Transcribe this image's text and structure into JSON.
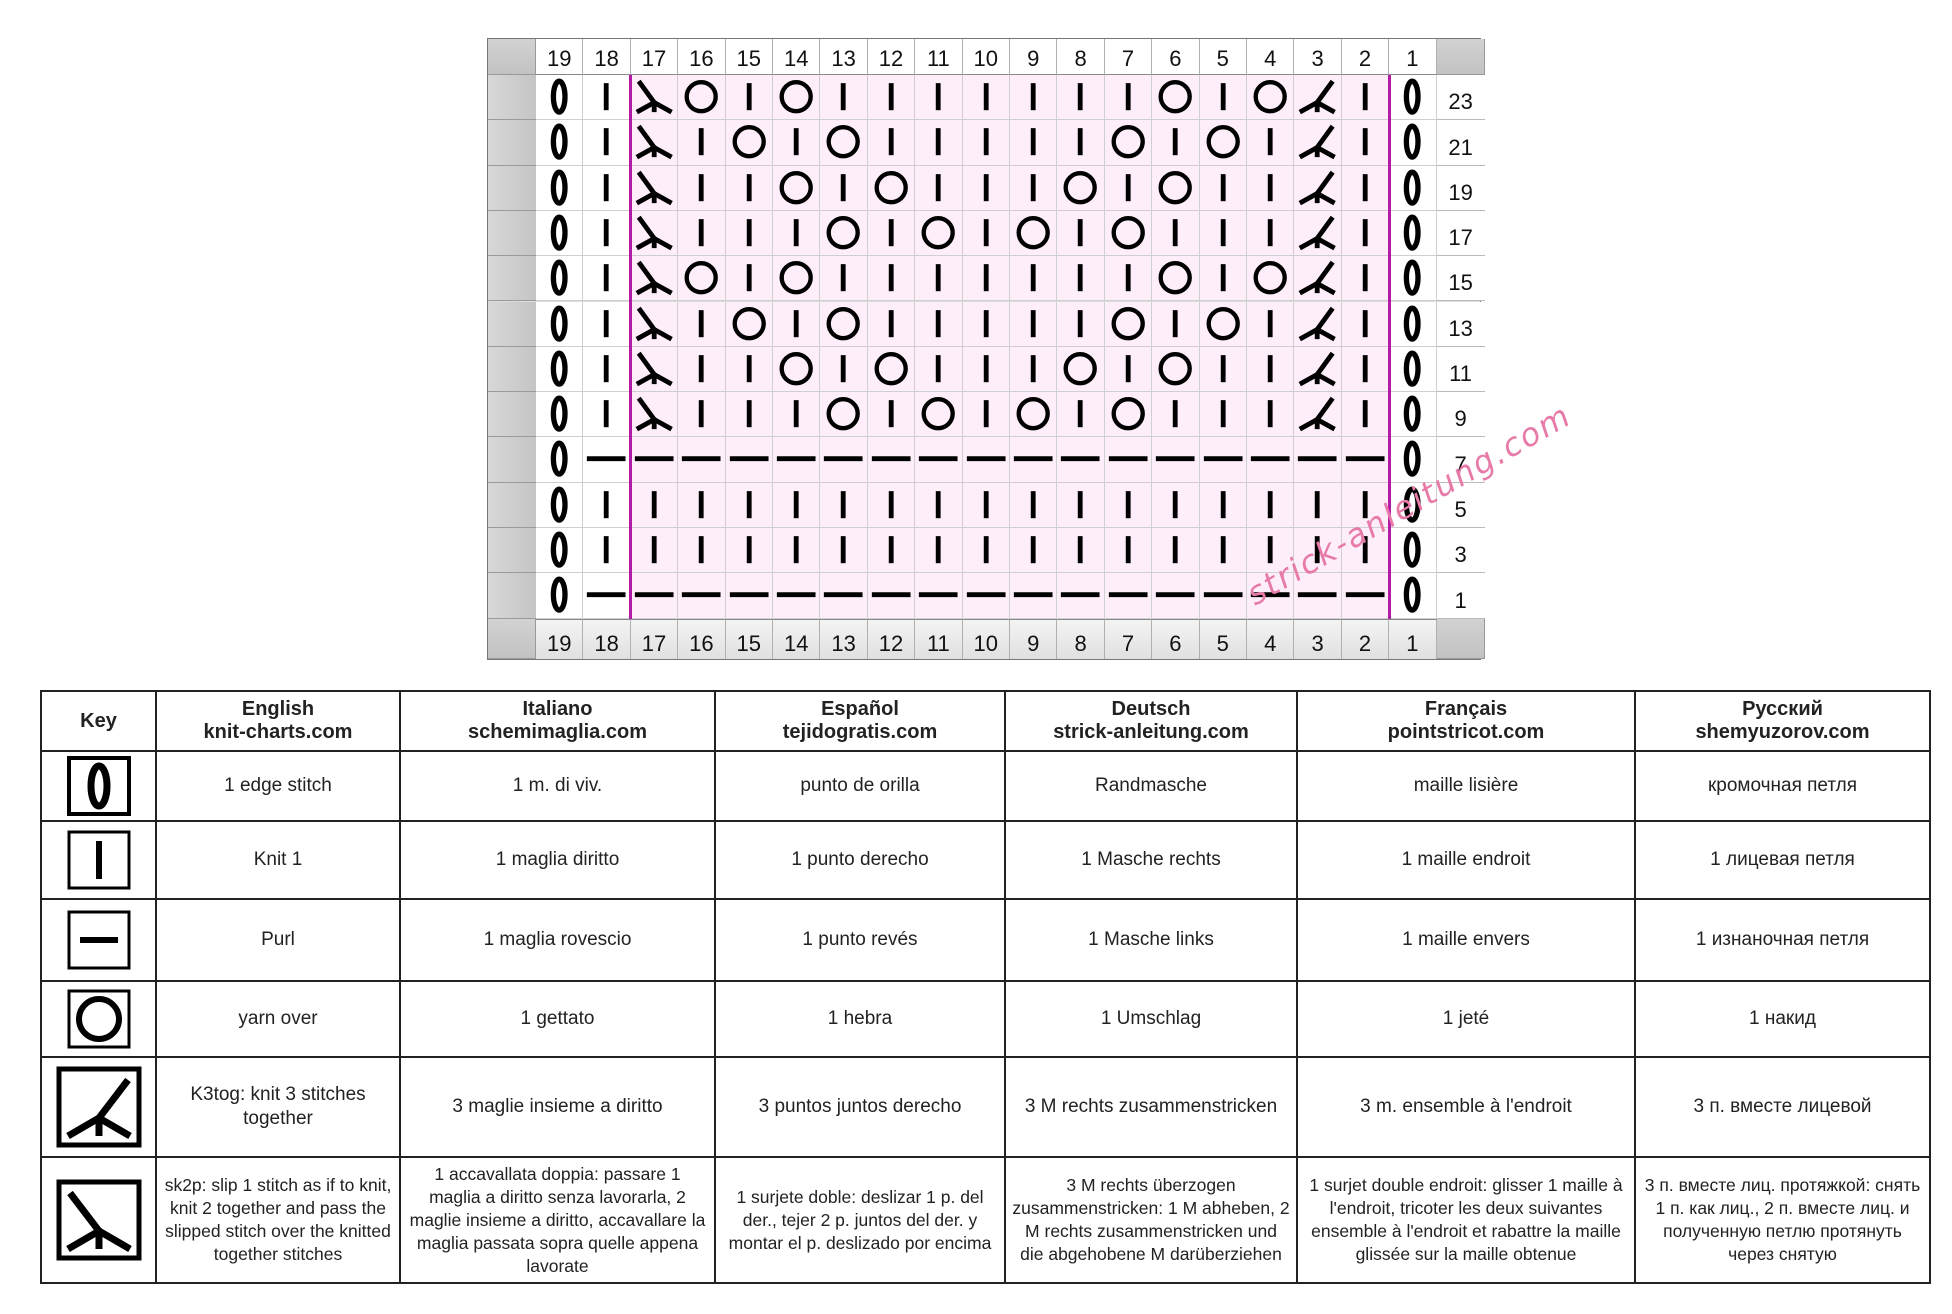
{
  "chart": {
    "column_numbers": [
      "19",
      "18",
      "17",
      "16",
      "15",
      "14",
      "13",
      "12",
      "11",
      "10",
      "9",
      "8",
      "7",
      "6",
      "5",
      "4",
      "3",
      "2",
      "1"
    ],
    "row_numbers": [
      "23",
      "21",
      "19",
      "17",
      "15",
      "13",
      "11",
      "9",
      "7",
      "5",
      "3",
      "1"
    ],
    "rows": [
      [
        "E",
        "K",
        "D",
        "Y",
        "K",
        "Y",
        "K",
        "K",
        "K",
        "K",
        "K",
        "K",
        "K",
        "Y",
        "K",
        "Y",
        "T",
        "K",
        "E"
      ],
      [
        "E",
        "K",
        "D",
        "K",
        "Y",
        "K",
        "Y",
        "K",
        "K",
        "K",
        "K",
        "K",
        "Y",
        "K",
        "Y",
        "K",
        "T",
        "K",
        "E"
      ],
      [
        "E",
        "K",
        "D",
        "K",
        "K",
        "Y",
        "K",
        "Y",
        "K",
        "K",
        "K",
        "Y",
        "K",
        "Y",
        "K",
        "K",
        "T",
        "K",
        "E"
      ],
      [
        "E",
        "K",
        "D",
        "K",
        "K",
        "K",
        "Y",
        "K",
        "Y",
        "K",
        "Y",
        "K",
        "Y",
        "K",
        "K",
        "K",
        "T",
        "K",
        "E"
      ],
      [
        "E",
        "K",
        "D",
        "Y",
        "K",
        "Y",
        "K",
        "K",
        "K",
        "K",
        "K",
        "K",
        "K",
        "Y",
        "K",
        "Y",
        "T",
        "K",
        "E"
      ],
      [
        "E",
        "K",
        "D",
        "K",
        "Y",
        "K",
        "Y",
        "K",
        "K",
        "K",
        "K",
        "K",
        "Y",
        "K",
        "Y",
        "K",
        "T",
        "K",
        "E"
      ],
      [
        "E",
        "K",
        "D",
        "K",
        "K",
        "Y",
        "K",
        "Y",
        "K",
        "K",
        "K",
        "Y",
        "K",
        "Y",
        "K",
        "K",
        "T",
        "K",
        "E"
      ],
      [
        "E",
        "K",
        "D",
        "K",
        "K",
        "K",
        "Y",
        "K",
        "Y",
        "K",
        "Y",
        "K",
        "Y",
        "K",
        "K",
        "K",
        "T",
        "K",
        "E"
      ],
      [
        "E",
        "P",
        "P",
        "P",
        "P",
        "P",
        "P",
        "P",
        "P",
        "P",
        "P",
        "P",
        "P",
        "P",
        "P",
        "P",
        "P",
        "P",
        "E"
      ],
      [
        "E",
        "K",
        "K",
        "K",
        "K",
        "K",
        "K",
        "K",
        "K",
        "K",
        "K",
        "K",
        "K",
        "K",
        "K",
        "K",
        "K",
        "K",
        "E"
      ],
      [
        "E",
        "K",
        "K",
        "K",
        "K",
        "K",
        "K",
        "K",
        "K",
        "K",
        "K",
        "K",
        "K",
        "K",
        "K",
        "K",
        "K",
        "K",
        "E"
      ],
      [
        "E",
        "P",
        "P",
        "P",
        "P",
        "P",
        "P",
        "P",
        "P",
        "P",
        "P",
        "P",
        "P",
        "P",
        "P",
        "P",
        "P",
        "P",
        "E"
      ]
    ],
    "repeat_line_color": "#b31aa6",
    "repeat_fill_color": "#fdeefa"
  },
  "watermark": "strick-anleitung.com",
  "key": {
    "corner": "Key",
    "columns": [
      {
        "lang": "English",
        "site": "knit-charts.com"
      },
      {
        "lang": "Italiano",
        "site": "schemimaglia.com"
      },
      {
        "lang": "Español",
        "site": "tejidogratis.com"
      },
      {
        "lang": "Deutsch",
        "site": "strick-anleitung.com"
      },
      {
        "lang": "Français",
        "site": "pointstricot.com"
      },
      {
        "lang": "Русский",
        "site": "shemyuzorov.com"
      }
    ],
    "rows": [
      {
        "symbol": "edge-stitch",
        "cells": [
          "1 edge stitch",
          "1 m. di viv.",
          "punto de orilla",
          "Randmasche",
          "maille lisière",
          "кромочная петля"
        ]
      },
      {
        "symbol": "knit",
        "cells": [
          "Knit 1",
          "1 maglia diritto",
          "1 punto derecho",
          "1 Masche rechts",
          "1 maille endroit",
          "1 лицевая петля"
        ]
      },
      {
        "symbol": "purl",
        "cells": [
          "Purl",
          "1 maglia rovescio",
          "1 punto revés",
          "1 Masche links",
          "1 maille envers",
          "1 изнаночная петля"
        ]
      },
      {
        "symbol": "yarn-over",
        "cells": [
          "yarn over",
          "1 gettato",
          "1 hebra",
          "1 Umschlag",
          "1 jeté",
          "1 накид"
        ]
      },
      {
        "symbol": "k3tog",
        "cells": [
          "K3tog: knit 3 stitches together",
          "3 maglie insieme a diritto",
          "3 puntos juntos derecho",
          "3 M rechts zusammenstricken",
          "3 m. ensemble à l'endroit",
          "3 п. вместе лицевой"
        ]
      },
      {
        "symbol": "sk2p",
        "cells": [
          "sk2p: slip 1 stitch as if to knit, knit 2 together and pass the slipped stitch over the knitted together stitches",
          "1 accavallata doppia: passare 1 maglia a diritto senza lavorarla, 2 maglie insieme a diritto, accavallare la maglia passata sopra quelle appena lavorate",
          "1 surjete doble: deslizar 1 p. del der., tejer 2 p. juntos del der. y montar el p. deslizado por encima",
          "3 M rechts überzogen zusammenstricken: 1 M abheben, 2 M rechts zusammenstricken und die abgehobene M darüberziehen",
          "1 surjet double endroit: glisser 1 maille à l'endroit, tricoter les deux suivantes ensemble à l'endroit et rabattre la maille glissée sur la maille obtenue",
          "3 п. вместе лиц. протяжкой: снять 1 п. как лиц., 2 п. вместе лиц. и полученную петлю протянуть через снятую"
        ]
      }
    ]
  }
}
